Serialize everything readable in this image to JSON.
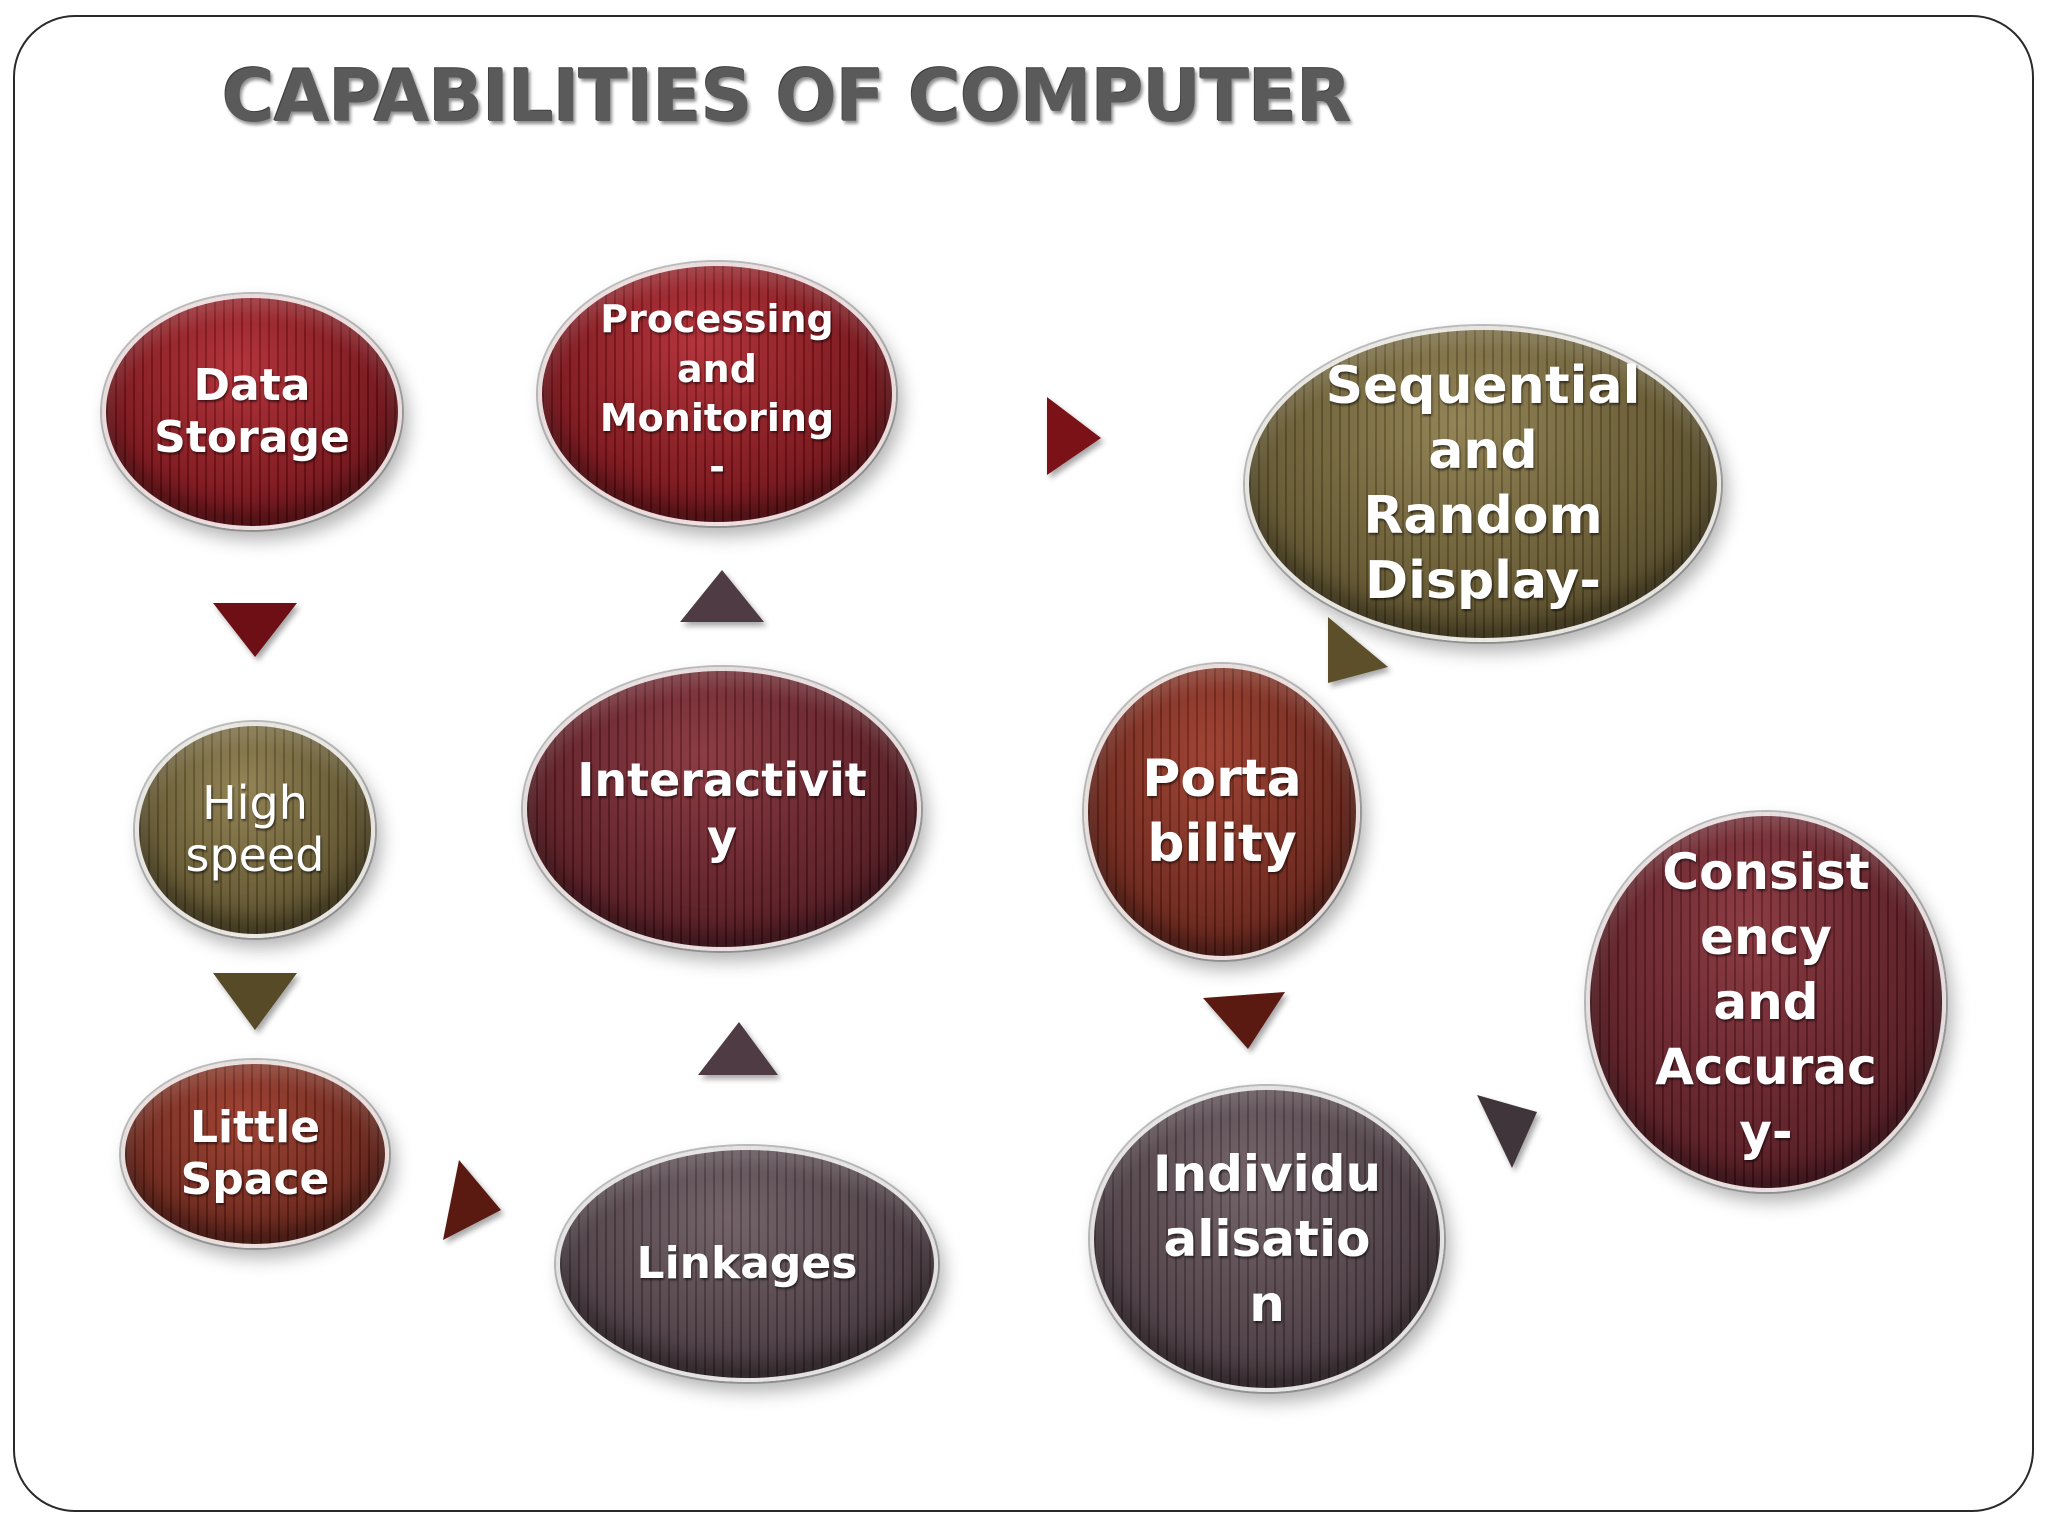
{
  "title": "CAPABILITIES OF COMPUTER",
  "nodes": {
    "data_storage": "Data\nStorage",
    "high_speed": "High\nspeed",
    "little_space": "Little\nSpace",
    "processing": "Processing\nand\nMonitoring\n-",
    "interactivity": "Interactivit\ny",
    "linkages": "Linkages",
    "sequential": "Sequential\nand\nRandom\nDisplay-",
    "portability": "Porta\nbility",
    "individualisation": "Individu\nalisatio\nn",
    "consistency": "Consist\nency\nand\nAccurac\ny-"
  },
  "colors": {
    "red": "#7a1218",
    "olive": "#62552d",
    "plum": "#571f2b",
    "rust": "#6e2418",
    "maroon": "#5b1a22",
    "slate": "#4a3b41",
    "title": "#5a5a5a"
  }
}
